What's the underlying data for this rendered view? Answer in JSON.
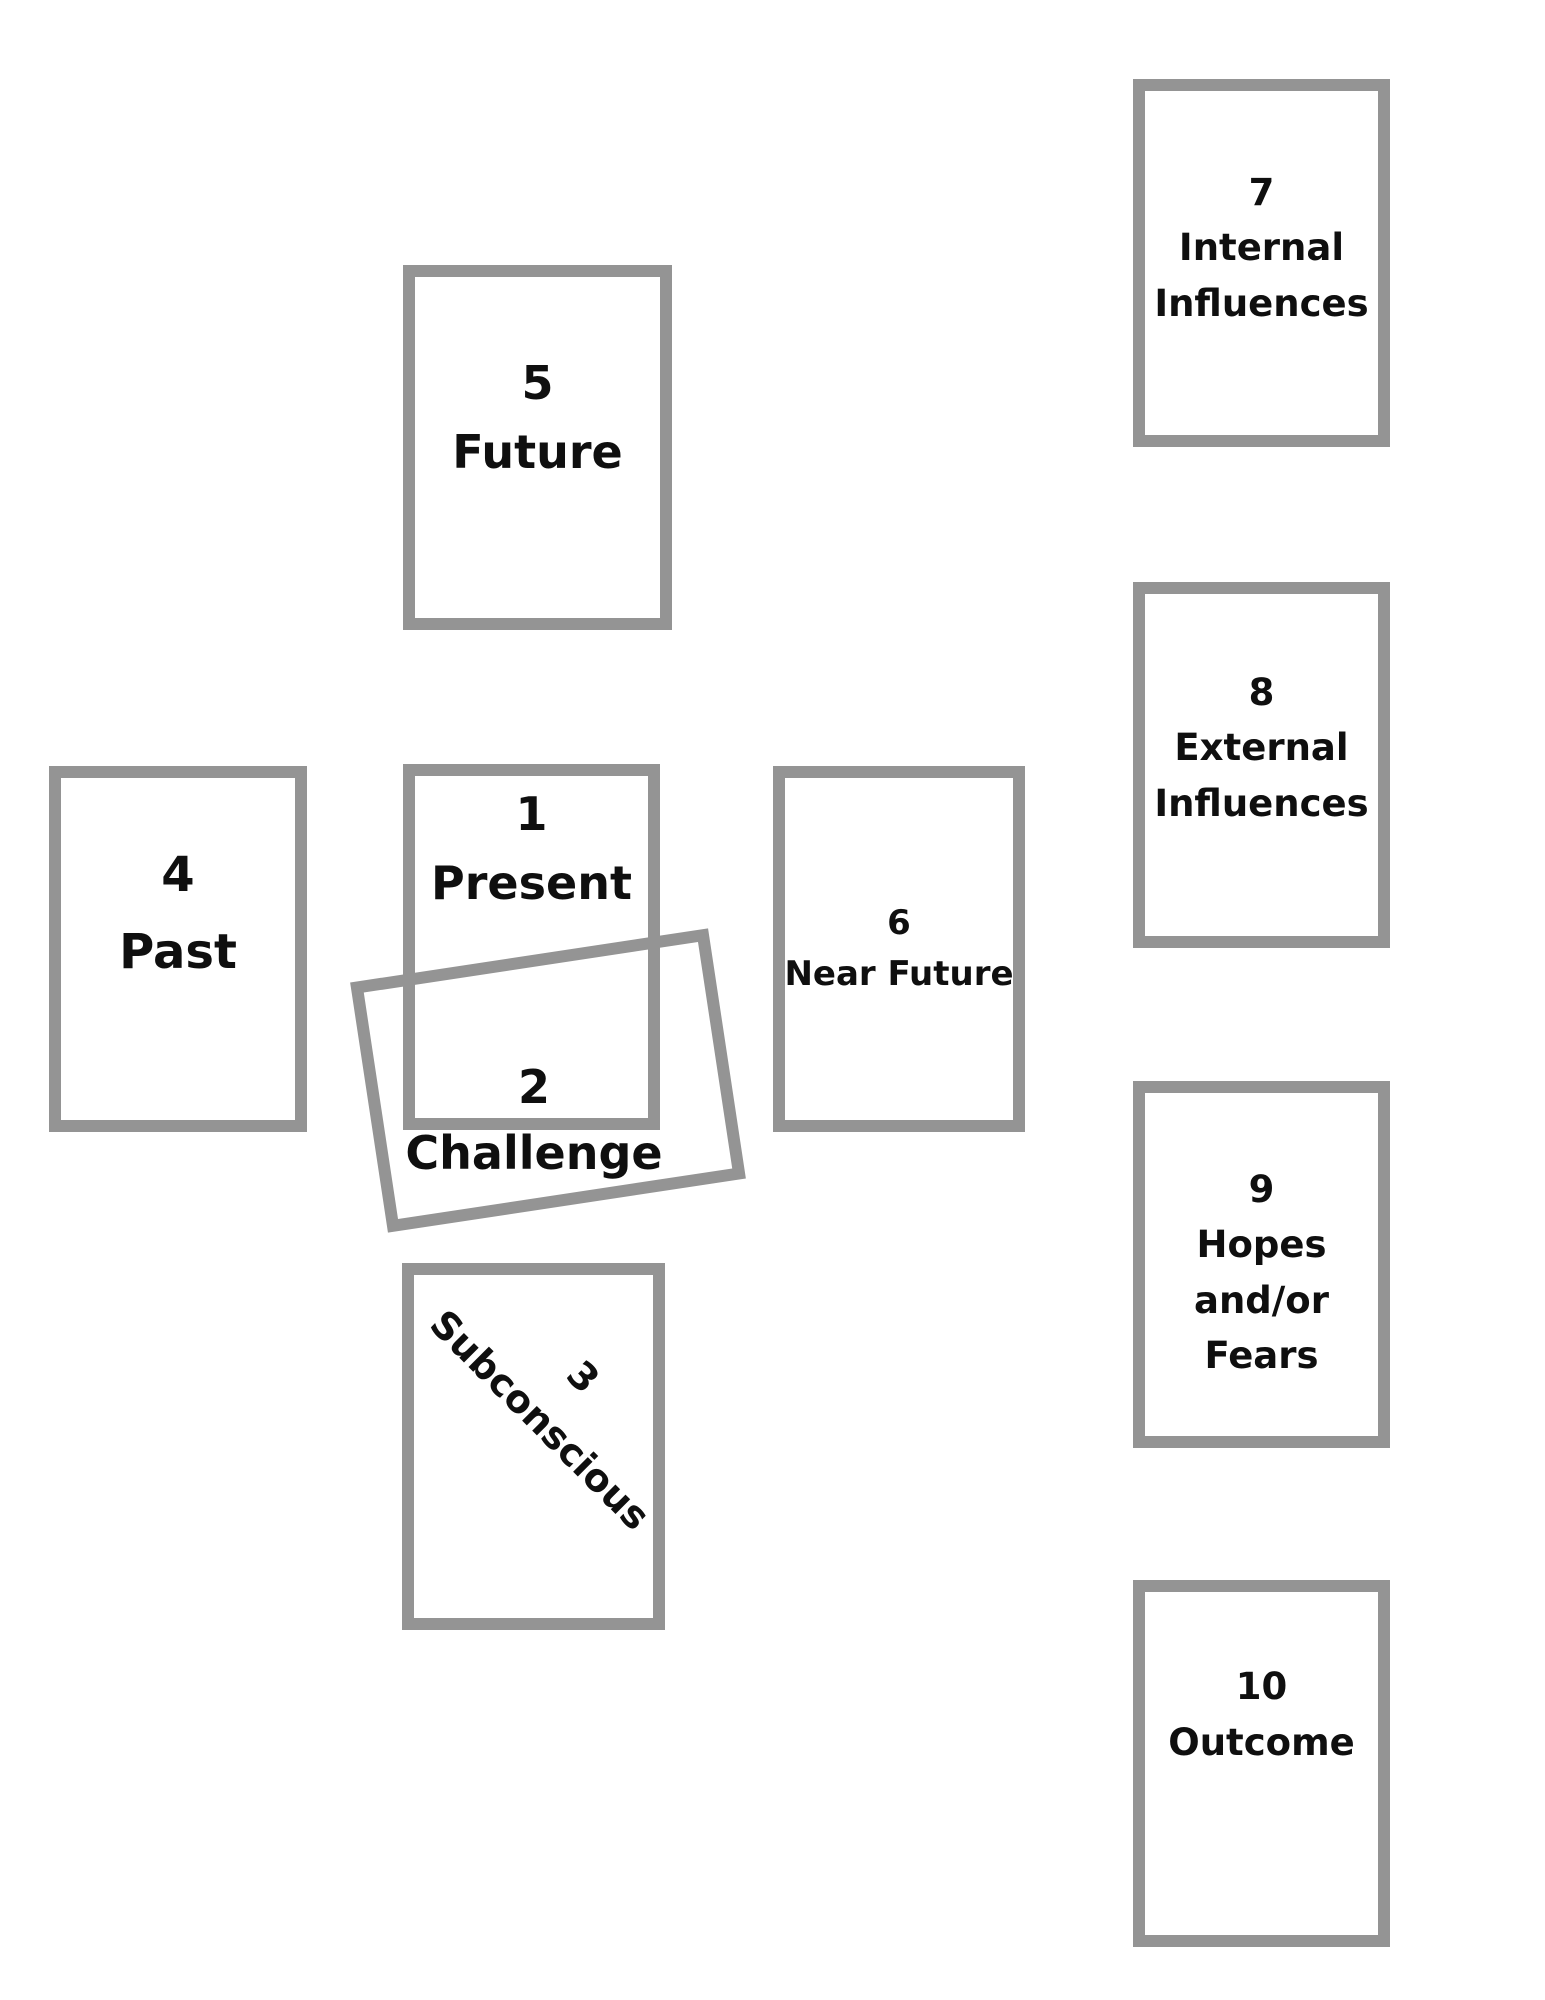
{
  "diagram": {
    "kind": "tarot-spread-positions",
    "colors": {
      "card_border": "#949494",
      "text": "#0f0f0f",
      "background": "#ffffff"
    }
  },
  "cards": {
    "c1": {
      "number": "1",
      "title": "Present",
      "lines": [
        "1",
        "Present"
      ]
    },
    "c2": {
      "number": "2",
      "title": "Challenge",
      "lines": [
        "2",
        "Challenge"
      ]
    },
    "c3": {
      "number": "3",
      "title": "Subconscious",
      "lines": [
        "3",
        "Subconscious"
      ]
    },
    "c4": {
      "number": "4",
      "title": "Past",
      "lines": [
        "4",
        "Past"
      ]
    },
    "c5": {
      "number": "5",
      "title": "Future",
      "lines": [
        "5",
        "Future"
      ]
    },
    "c6": {
      "number": "6",
      "title": "Near Future",
      "lines": [
        "6",
        "Near Future"
      ]
    },
    "c7": {
      "number": "7",
      "title": "Internal Influences",
      "lines": [
        "7",
        "Internal",
        "Influences"
      ]
    },
    "c8": {
      "number": "8",
      "title": "External Influences",
      "lines": [
        "8",
        "External",
        "Influences"
      ]
    },
    "c9": {
      "number": "9",
      "title": "Hopes and/or Fears",
      "lines": [
        "9",
        "Hopes",
        "and/or",
        "Fears"
      ]
    },
    "c10": {
      "number": "10",
      "title": "Outcome",
      "lines": [
        "10",
        "Outcome"
      ]
    }
  }
}
